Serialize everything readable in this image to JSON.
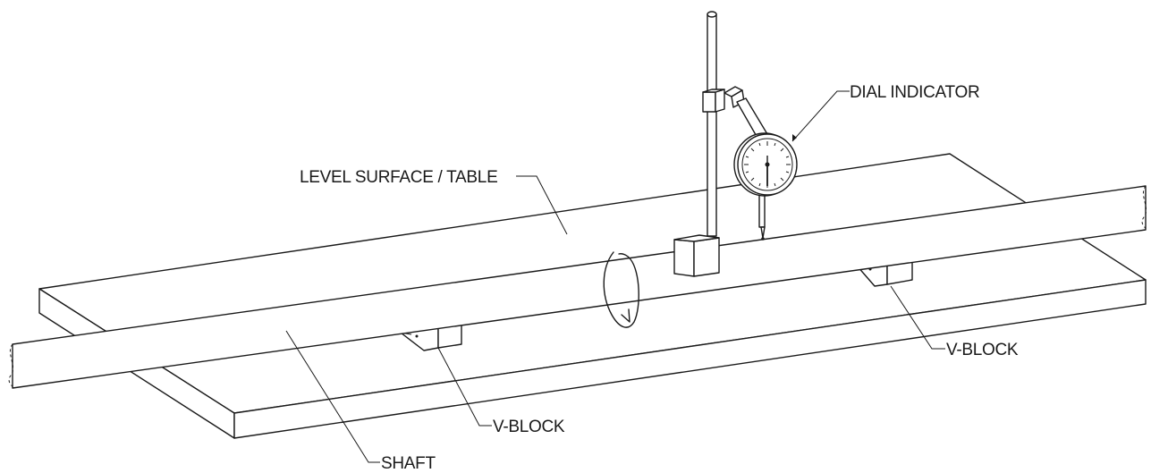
{
  "labels": {
    "dial_indicator": "DIAL INDICATOR",
    "level_surface": "LEVEL SURFACE / TABLE",
    "v_block_right": "V-BLOCK",
    "v_block_left": "V-BLOCK",
    "shaft": "SHAFT"
  },
  "colors": {
    "line": "#1a1a1a",
    "background": "#ffffff"
  }
}
